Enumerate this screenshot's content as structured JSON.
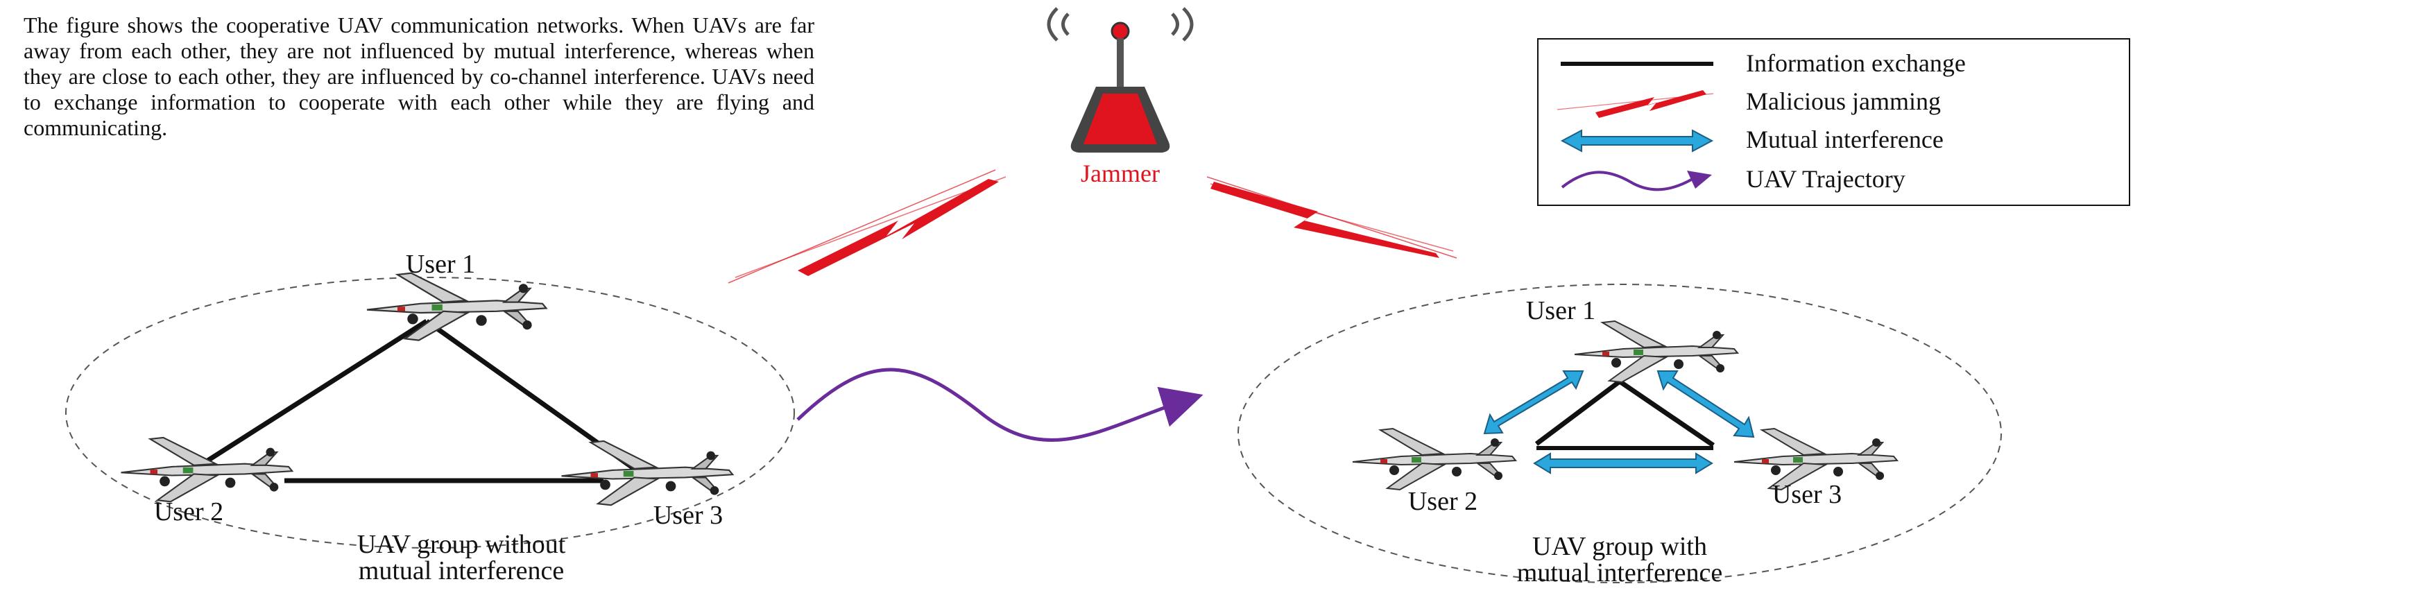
{
  "description": "The figure shows the cooperative UAV communication networks. When UAVs are far away from each other, they are not influenced by mutual interference, whereas when they are close to each other, they are influenced by co-channel interference. UAVs need to exchange information to cooperate with each other while they are flying and communicating.",
  "jammer_label": "Jammer",
  "legend": {
    "items": [
      {
        "label": "Information exchange",
        "icon": "black-line"
      },
      {
        "label": "Malicious jamming",
        "icon": "red-lightning"
      },
      {
        "label": "Mutual interference",
        "icon": "blue-double-arrow"
      },
      {
        "label": "UAV Trajectory",
        "icon": "purple-wave-arrow"
      }
    ]
  },
  "left_group": {
    "users": [
      "User 1",
      "User 2",
      "User 3"
    ],
    "caption_line1": "UAV group without",
    "caption_line2": "mutual interference"
  },
  "right_group": {
    "users": [
      "User 1",
      "User 2",
      "User 3"
    ],
    "caption_line1": "UAV group with",
    "caption_line2": "mutual interference"
  },
  "colors": {
    "jamming": "#e0141e",
    "interference": "#2aa7dc",
    "trajectory": "#6a2c9a",
    "info": "#111111"
  }
}
